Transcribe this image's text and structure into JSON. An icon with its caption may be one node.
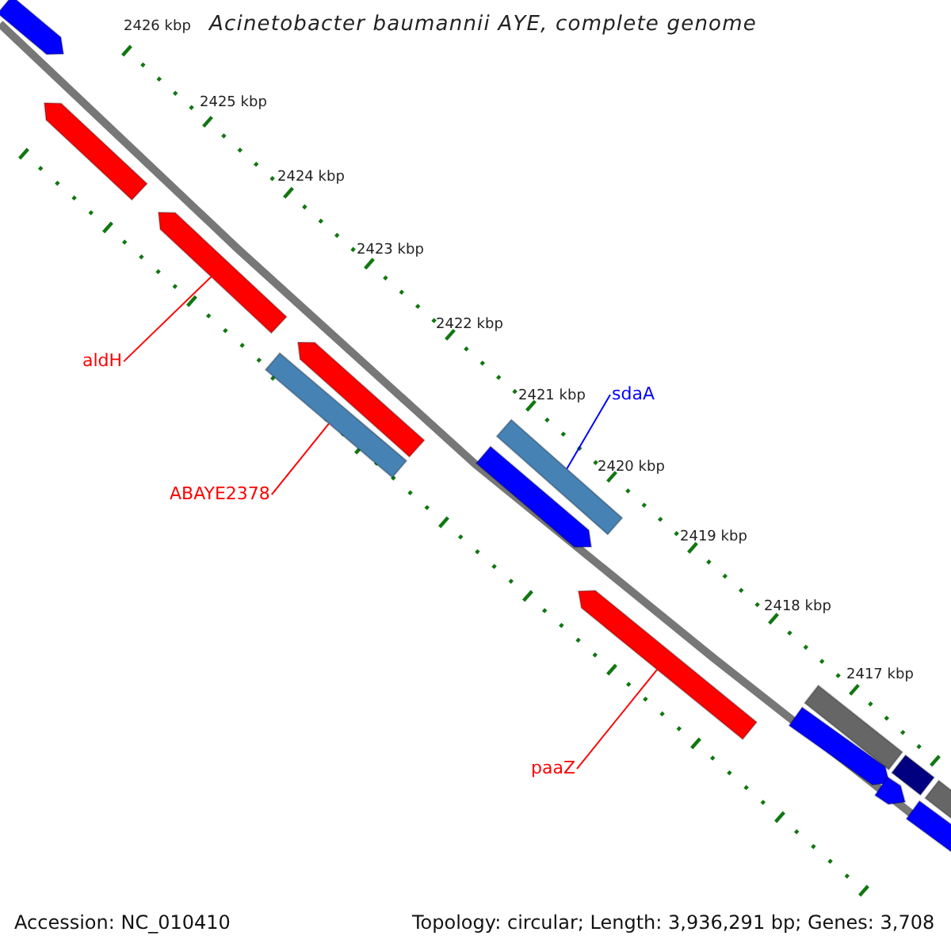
{
  "diagram": {
    "title": "Acinetobacter baumannii AYE, complete genome",
    "nodes": [
      {
        "text": [
          "aldH"
        ]
      },
      {
        "text": [],
        "shape": "bar"
      },
      {
        "text": [
          "ABAYE2378"
        ]
      },
      {
        "text": [],
        "shape": "bar"
      },
      {
        "text": [
          "sdaA"
        ]
      },
      {
        "text": [],
        "shape": "bar"
      },
      {
        "text": [
          "paaZ"
        ]
      },
      {
        "text": [],
        "shape": "bar"
      }
    ],
    "edges": [
      {
        "from": 0,
        "to": 1,
        "arrow": "none"
      },
      {
        "from": 2,
        "to": 3,
        "arrow": "none"
      },
      {
        "from": 4,
        "to": 5,
        "arrow": "none",
        "color": "#0000ff"
      },
      {
        "from": 6,
        "to": 7,
        "arrow": "none"
      }
    ],
    "labels": [
      "2426 kbp",
      "2425 kbp",
      "2424 kbp",
      "2423 kbp",
      "2422 kbp",
      "2421 kbp",
      "2420 kbp",
      "2419 kbp",
      "2418 kbp",
      "2417 kbp",
      "Accession: NC_010410",
      "Topology: circular; Length: 3,936,291 bp; Genes: 3,708"
    ]
  }
}
